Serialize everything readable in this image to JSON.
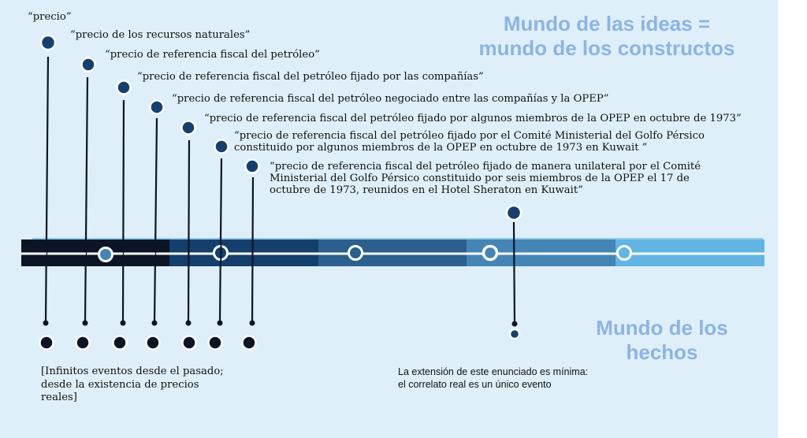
{
  "titles": {
    "ideas_line1": "Mundo de las ideas =",
    "ideas_line2": "mundo de los constructos",
    "facts_line1": "Mundo de los",
    "facts_line2": "hechos"
  },
  "statements": [
    {
      "text": "“precio”"
    },
    {
      "text": "“precio de los recursos naturales”"
    },
    {
      "text": "“precio de referencia fiscal del petróleo”"
    },
    {
      "text": "“precio de referencia fiscal del petróleo fijado por las compañías”"
    },
    {
      "text": "“precio de referencia fiscal del petróleo negociado entre las compañías y la OPEP”"
    },
    {
      "text": "“precio de referencia fiscal del petróleo fijado por algunos miembros de la OPEP en octubre de 1973”"
    },
    {
      "line1": "“precio de referencia fiscal del petróleo fijado por el Comité Ministerial del Golfo Pérsico",
      "line2": "constituido por algunos miembros de la OPEP en octubre de 1973 en Kuwait ”"
    },
    {
      "line1": "“precio de referencia fiscal del petróleo fijado de manera unilateral por el Comité",
      "line2": "Ministerial del Golfo Pérsico constituido por seis miembros de la OPEP el 17 de",
      "line3": "octubre de 1973, reunidos en el Hotel Sheraton en Kuwait”"
    }
  ],
  "notes": {
    "infinite_line1": "[Infinitos eventos desde el pasado;",
    "infinite_line2": "desde la existencia de precios",
    "infinite_line3": "reales]",
    "minimal_line1": "La extensión de este enunciado es mínima:",
    "minimal_line2": "el correlato real es un único evento"
  },
  "colors": {
    "panel_bg": "#dfeff9",
    "title_color": "#8cb4e4",
    "dot_fill": "#163f6e",
    "line_color": "#0b1526",
    "bar_segments": [
      "#0b1526",
      "#143f6d",
      "#2a5f8e",
      "#4485b5",
      "#62b4e4"
    ]
  }
}
